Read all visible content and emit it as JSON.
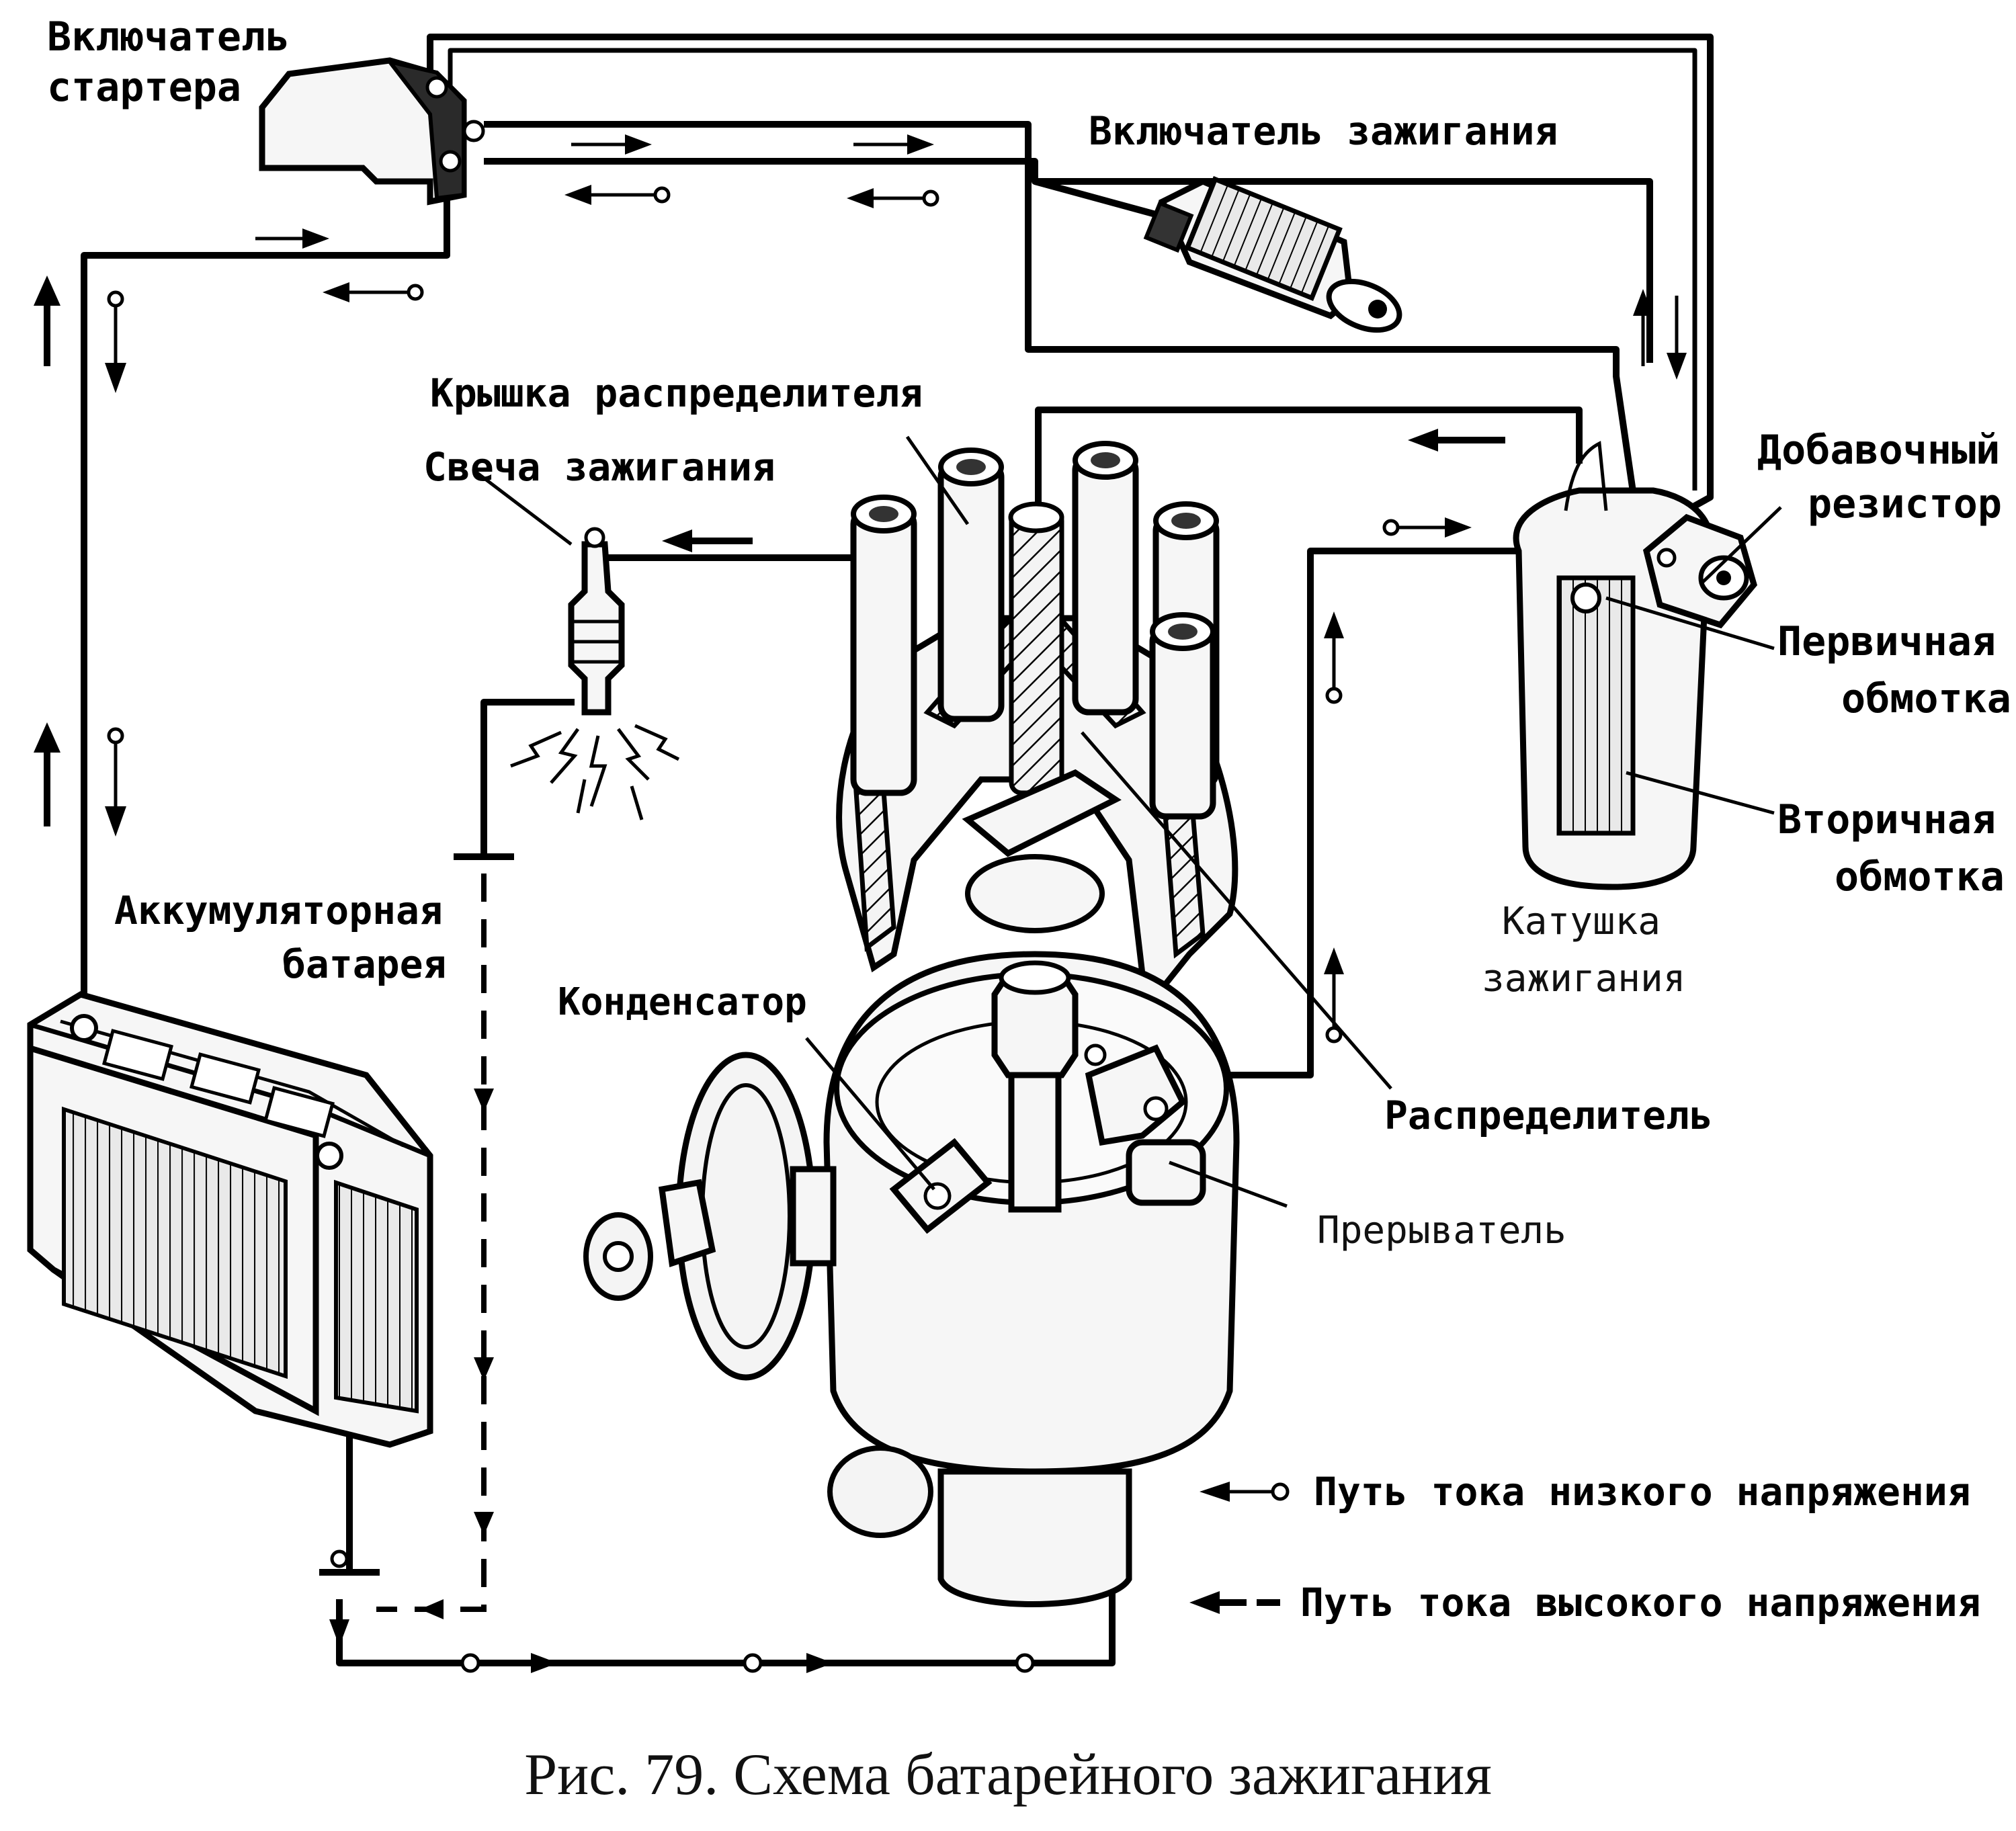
{
  "labels": {
    "starter_switch": [
      "Включатель",
      "стартера"
    ],
    "ignition_switch": "Включатель зажигания",
    "distributor_cap": "Крышка распределителя",
    "spark_plug": "Свеча зажигания",
    "ballast_resistor": [
      "Добавочный",
      "резистор"
    ],
    "primary_winding": [
      "Первичная",
      "обмотка"
    ],
    "secondary_winding": [
      "Вторичная",
      "обмотка"
    ],
    "ignition_coil": [
      "Катушка",
      "зажигания"
    ],
    "battery": [
      "Аккумуляторная",
      "батарея"
    ],
    "condenser": "Конденсатор",
    "distributor": "Распределитель",
    "breaker": "Прерыватель"
  },
  "legend": {
    "low_voltage": "Путь тока низкого напряжения",
    "high_voltage": "Путь тока высокого напряжения"
  },
  "caption": "Рис. 79. Схема батарейного зажигания"
}
